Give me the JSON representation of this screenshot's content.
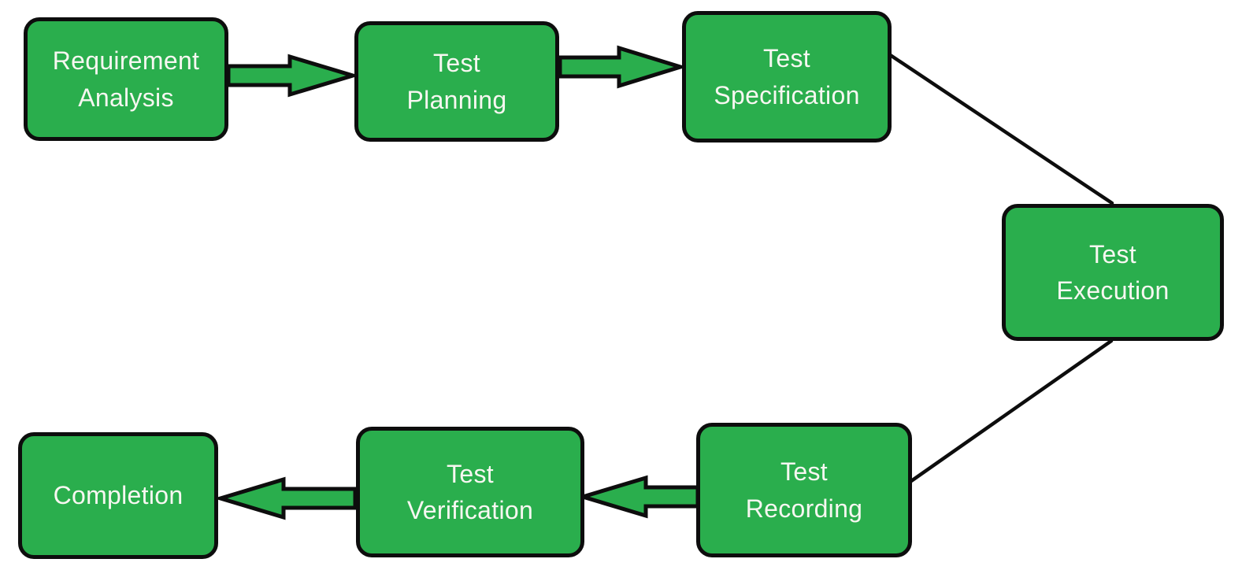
{
  "diagram": {
    "type": "flowchart",
    "description": "Test process flow of seven green rounded rectangles connected by block arrows and plain connector lines"
  },
  "nodes": [
    {
      "id": "requirement-analysis",
      "label": "Requirement\nAnalysis"
    },
    {
      "id": "test-planning",
      "label": "Test\nPlanning"
    },
    {
      "id": "test-specification",
      "label": "Test\nSpecification"
    },
    {
      "id": "test-execution",
      "label": "Test\nExecution"
    },
    {
      "id": "test-recording",
      "label": "Test\nRecording"
    },
    {
      "id": "test-verification",
      "label": "Test\nVerification"
    },
    {
      "id": "completion",
      "label": "Completion"
    }
  ],
  "edges": [
    {
      "from": "Requirement Analysis",
      "to": "Test Planning",
      "type": "block-arrow",
      "direction": "right"
    },
    {
      "from": "Test Planning",
      "to": "Test Specification",
      "type": "block-arrow",
      "direction": "right"
    },
    {
      "from": "Test Specification",
      "to": "Test Execution",
      "type": "line",
      "direction": "down-right"
    },
    {
      "from": "Test Execution",
      "to": "Test Recording",
      "type": "line",
      "direction": "down-left"
    },
    {
      "from": "Test Recording",
      "to": "Test Verification",
      "type": "block-arrow",
      "direction": "left"
    },
    {
      "from": "Test Verification",
      "to": "Completion",
      "type": "block-arrow",
      "direction": "left"
    }
  ],
  "colors": {
    "background": "#ffffff",
    "node_fill": "#2aae4d",
    "node_border": "#0d0d0d",
    "node_text": "#f7f7f1",
    "arrow_fill": "#2aae4d",
    "arrow_outline": "#0d0d0d",
    "connector_line": "#0d0d0d"
  }
}
